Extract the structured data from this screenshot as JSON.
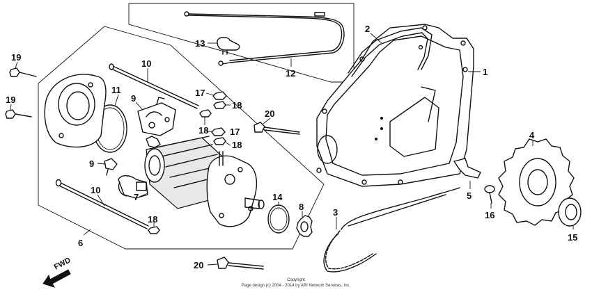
{
  "diagram": {
    "callouts": [
      {
        "key": "c1",
        "label": "1"
      },
      {
        "key": "c2",
        "label": "2"
      },
      {
        "key": "c3",
        "label": "3"
      },
      {
        "key": "c4",
        "label": "4"
      },
      {
        "key": "c5",
        "label": "5"
      },
      {
        "key": "c6",
        "label": "6"
      },
      {
        "key": "c7",
        "label": "7"
      },
      {
        "key": "c8",
        "label": "8"
      },
      {
        "key": "c9a",
        "label": "9"
      },
      {
        "key": "c9b",
        "label": "9"
      },
      {
        "key": "c10a",
        "label": "10"
      },
      {
        "key": "c10b",
        "label": "10"
      },
      {
        "key": "c11",
        "label": "11"
      },
      {
        "key": "c12",
        "label": "12"
      },
      {
        "key": "c13",
        "label": "13"
      },
      {
        "key": "c14",
        "label": "14"
      },
      {
        "key": "c15",
        "label": "15"
      },
      {
        "key": "c16",
        "label": "16"
      },
      {
        "key": "c17a",
        "label": "17"
      },
      {
        "key": "c17b",
        "label": "17"
      },
      {
        "key": "c18a",
        "label": "18"
      },
      {
        "key": "c18b",
        "label": "18"
      },
      {
        "key": "c18c",
        "label": "18"
      },
      {
        "key": "c18d",
        "label": "18"
      },
      {
        "key": "c19a",
        "label": "19"
      },
      {
        "key": "c19b",
        "label": "19"
      },
      {
        "key": "c20a",
        "label": "20"
      },
      {
        "key": "c20b",
        "label": "20"
      }
    ],
    "fwd_label": "FWD",
    "copyright_line1": "Copyright",
    "copyright_line2": "Page design (c) 2004 - 2014 by ARI Network Services, Inc."
  }
}
